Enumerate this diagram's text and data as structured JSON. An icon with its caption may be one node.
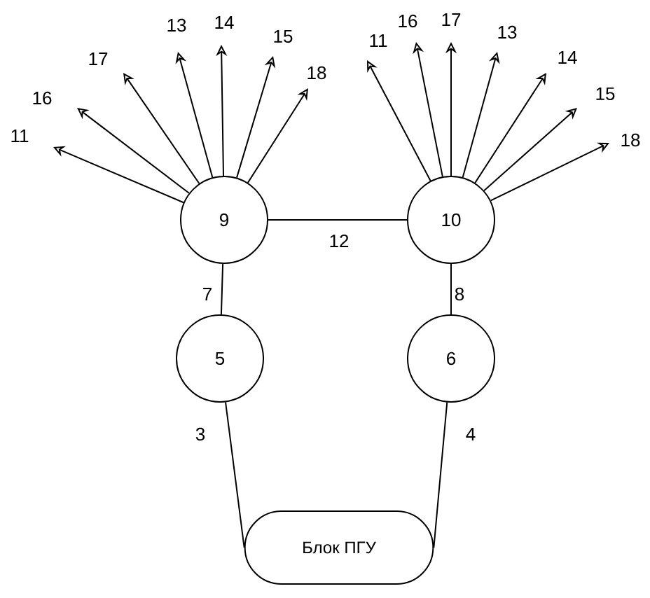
{
  "diagram": {
    "nodes": [
      {
        "text": [
          "9"
        ]
      },
      {
        "text": [
          "10"
        ]
      },
      {
        "text": [
          "5"
        ]
      },
      {
        "text": [
          "6"
        ]
      },
      {
        "text": [
          "Блок ПГУ"
        ]
      }
    ],
    "edges": [
      {
        "from": 0,
        "to": 1,
        "arrow": "none",
        "label": "12"
      },
      {
        "from": 0,
        "to": 2,
        "arrow": "none",
        "label": "7"
      },
      {
        "from": 1,
        "to": 3,
        "arrow": "none",
        "label": "8"
      },
      {
        "from": 2,
        "to": 4,
        "arrow": "none",
        "label": "3"
      },
      {
        "from": 3,
        "to": 4,
        "arrow": "none",
        "label": "4"
      },
      {
        "from": 0,
        "to": null,
        "arrow": "to",
        "label": "11"
      },
      {
        "from": 0,
        "to": null,
        "arrow": "to",
        "label": "16"
      },
      {
        "from": 0,
        "to": null,
        "arrow": "to",
        "label": "17"
      },
      {
        "from": 0,
        "to": null,
        "arrow": "to",
        "label": "13"
      },
      {
        "from": 0,
        "to": null,
        "arrow": "to",
        "label": "14"
      },
      {
        "from": 0,
        "to": null,
        "arrow": "to",
        "label": "15"
      },
      {
        "from": 0,
        "to": null,
        "arrow": "to",
        "label": "18"
      },
      {
        "from": 1,
        "to": null,
        "arrow": "to",
        "label": "11"
      },
      {
        "from": 1,
        "to": null,
        "arrow": "to",
        "label": "16"
      },
      {
        "from": 1,
        "to": null,
        "arrow": "to",
        "label": "17"
      },
      {
        "from": 1,
        "to": null,
        "arrow": "to",
        "label": "13"
      },
      {
        "from": 1,
        "to": null,
        "arrow": "to",
        "label": "14"
      },
      {
        "from": 1,
        "to": null,
        "arrow": "to",
        "label": "15"
      },
      {
        "from": 1,
        "to": null,
        "arrow": "to",
        "label": "18"
      }
    ]
  }
}
